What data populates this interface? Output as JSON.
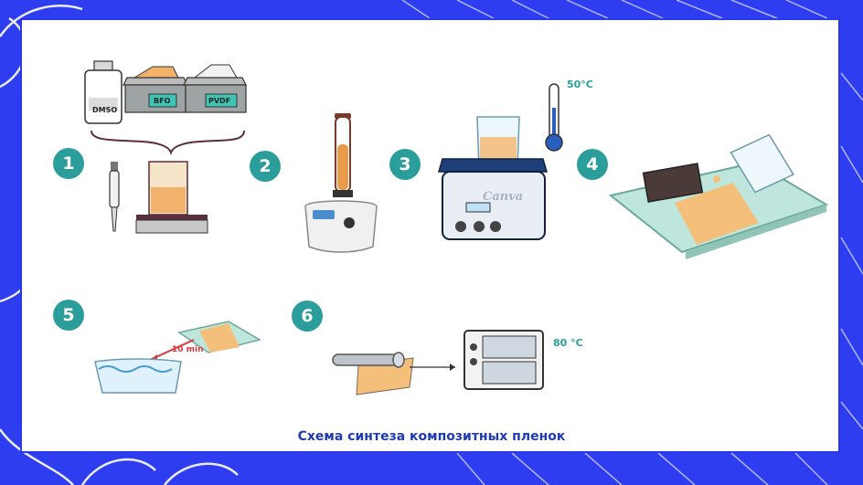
{
  "caption": "Схема синтеза композитных пленок",
  "steps": [
    "1",
    "2",
    "3",
    "4",
    "5",
    "6"
  ],
  "reagents": {
    "dmso": "DMSO",
    "bfo": "BFO",
    "pvdf": "PVDF"
  },
  "temperatures": {
    "bath": "50°C",
    "oven": "80 °C"
  },
  "time_label": "10 min",
  "bath_brand": "Canva",
  "colors": {
    "frame": "#2a38e8",
    "badge": "#2b9d9b",
    "caption": "#1f3ab3",
    "film": "#f3bf7a"
  }
}
